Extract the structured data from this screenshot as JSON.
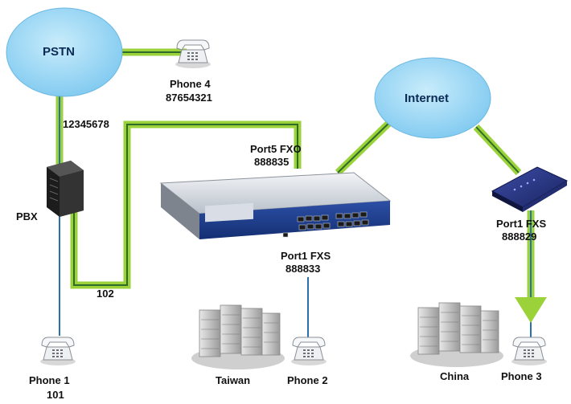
{
  "clouds": {
    "pstn": "PSTN",
    "internet": "Internet"
  },
  "pbx": {
    "label": "PBX",
    "trunk_number": "12345678",
    "extension_line": "102"
  },
  "gateway_main": {
    "fxo_port": "Port5 FXO",
    "fxo_number": "888835",
    "fxs_port": "Port1 FXS",
    "fxs_number": "888833"
  },
  "gateway_remote": {
    "fxs_port": "Port1 FXS",
    "fxs_number": "888829"
  },
  "phones": [
    {
      "name": "Phone 1",
      "number": "101"
    },
    {
      "name": "Phone 2",
      "number": ""
    },
    {
      "name": "Phone 3",
      "number": ""
    },
    {
      "name": "Phone 4",
      "number": "87654321"
    }
  ],
  "sites": {
    "taiwan": "Taiwan",
    "china": "China"
  },
  "colors": {
    "cloud": "#8fd3f4",
    "link_green": "#9bd23a",
    "link_dark": "#2e6b2a",
    "link_blue": "#2a6fb0"
  },
  "icons": [
    "phone-icon",
    "pbx-icon",
    "gateway-icon",
    "router-icon",
    "server-icon",
    "arrow-down-icon"
  ]
}
